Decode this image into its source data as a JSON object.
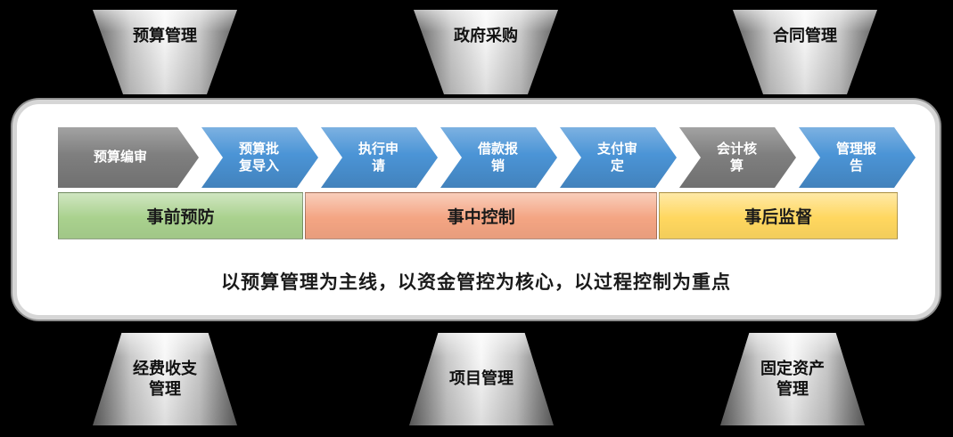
{
  "top_modules": [
    {
      "label": "预算管理"
    },
    {
      "label": "政府采购"
    },
    {
      "label": "合同管理"
    }
  ],
  "process_steps": [
    {
      "label": "预算编审",
      "color": "#7F7F7F"
    },
    {
      "label": "预算批复导入",
      "color": "#4B94D6"
    },
    {
      "label": "执行申请",
      "color": "#4B94D6"
    },
    {
      "label": "借款报销",
      "color": "#4B94D6"
    },
    {
      "label": "支付审定",
      "color": "#4B94D6"
    },
    {
      "label": "会计核算",
      "color": "#7F7F7F"
    },
    {
      "label": "管理报告",
      "color": "#4B94D6"
    }
  ],
  "phases": [
    {
      "label": "事前预防",
      "color": "#A9D18E"
    },
    {
      "label": "事中控制",
      "color": "#F4A583"
    },
    {
      "label": "事后监督",
      "color": "#FFD75F"
    }
  ],
  "tagline": "以预算管理为主线，以资金管控为核心，以过程控制为重点",
  "bottom_modules": [
    {
      "label": "经费收支管理"
    },
    {
      "label": "项目管理"
    },
    {
      "label": "固定资产管理"
    }
  ]
}
